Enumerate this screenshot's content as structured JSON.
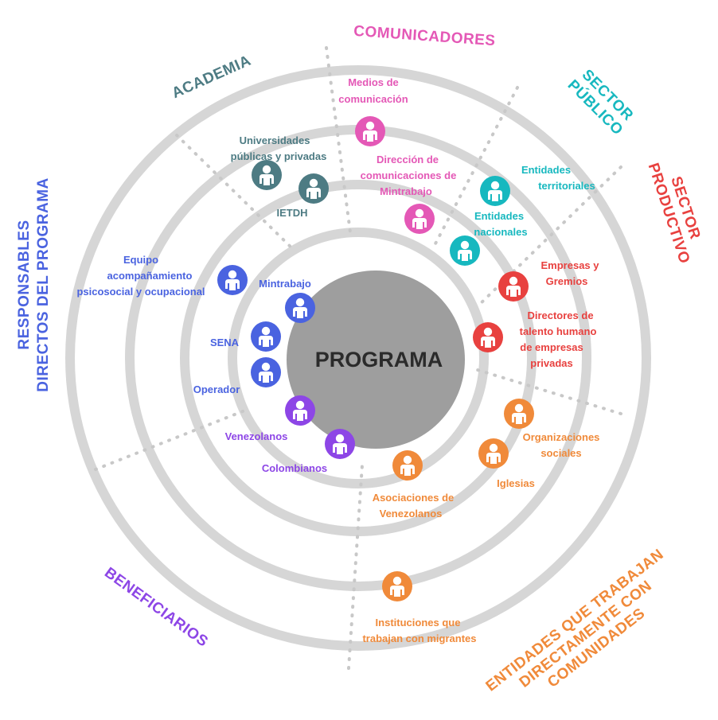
{
  "center": {
    "label": "PROGRAMA",
    "color": "#9e9e9e"
  },
  "colors": {
    "rings": "#d6d6d6",
    "academia": "#4d7b83",
    "comunicadores": "#e458b6",
    "sector_publico": "#17b8bf",
    "sector_productivo": "#e8413f",
    "responsables": "#4a63e0",
    "beneficiarios": "#8d46e6",
    "entidades": "#f08a3a"
  },
  "categories": {
    "academia": "ACADEMIA",
    "comunicadores": "COMUNICADORES",
    "sector_publico": [
      "SECTOR",
      "PÚBLICO"
    ],
    "sector_productivo": [
      "SECTOR",
      "PRODUCTIVO"
    ],
    "responsables": [
      "RESPONSABLES",
      "DIRECTOS DEL PROGRAMA"
    ],
    "beneficiarios": "BENEFICIARIOS",
    "entidades": [
      "ENTIDADES QUE TRABAJAN",
      "DIRECTAMENTE CON",
      "COMUNIDADES"
    ]
  },
  "labels": {
    "medios": [
      "Medios de",
      "comunicación"
    ],
    "universidades": [
      "Universidades",
      "públicas y privadas"
    ],
    "ietdh": "IETDH",
    "direccion": [
      "Dirección de",
      "comunicaciones de",
      "Mintrabajo"
    ],
    "entidades_territoriales": [
      "Entidades",
      "territoriales"
    ],
    "entidades_nacionales": [
      "Entidades",
      "nacionales"
    ],
    "empresas": [
      "Empresas y",
      "Gremios"
    ],
    "directores": [
      "Directores de",
      "talento humano",
      "de empresas",
      "privadas"
    ],
    "equipo": [
      "Equipo",
      "acompañamiento",
      "psicosocial y ocupacional"
    ],
    "mintrabajo": "Mintrabajo",
    "sena": "SENA",
    "operador": "Operador",
    "venezolanos": "Venezolanos",
    "colombianos": "Colombianos",
    "asociaciones": [
      "Asociaciones de",
      "Venezolanos"
    ],
    "organizaciones": [
      "Organizaciones",
      "sociales"
    ],
    "iglesias": "Iglesias",
    "instituciones": [
      "Instituciones que",
      "trabajan con migrantes"
    ]
  }
}
